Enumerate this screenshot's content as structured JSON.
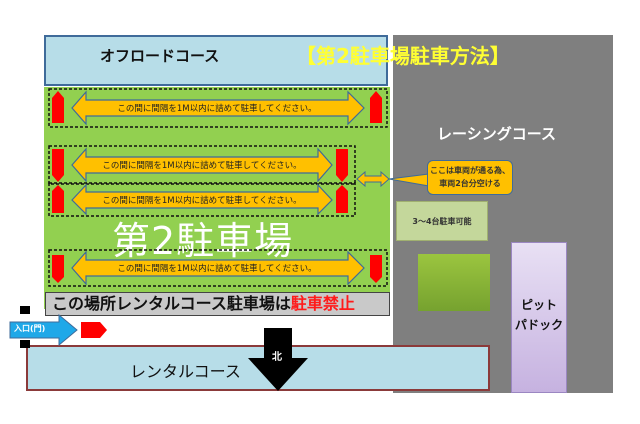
{
  "title": "【第2駐車場駐車方法】",
  "offroad_course": "オフロードコース",
  "racing_course": "レーシングコース",
  "parking_lot_label": "第2駐車場",
  "row_instruction": "この間に間隔を1M以内に詰めて駐車してください。",
  "rows": [
    {
      "text": "この間に間隔を1M以内に詰めて駐車してください。"
    },
    {
      "text": "この間に間隔を1M以内に詰めて駐車してください。"
    },
    {
      "text": "この間に間隔を1M以内に詰めて駐車してください。"
    },
    {
      "text": "この間に間隔を1M以内に詰めて駐車してください。"
    }
  ],
  "callout": {
    "line1": "ここは車両が通る為、",
    "line2": "車両2台分空ける"
  },
  "small_lot": "3～4台駐車可能",
  "pit": {
    "line1": "ピット",
    "line2": "パドック"
  },
  "notice": {
    "text": "この場所レンタルコース駐車場は",
    "warning": "駐車禁止"
  },
  "entrance": "入口(門)",
  "rental_course": "レンタルコース",
  "north": "北",
  "colors": {
    "green": "#92d050",
    "yellow": "#ffc000",
    "red": "#ff0000",
    "lightblue": "#b7dde8",
    "gray": "#7f7f7f"
  }
}
